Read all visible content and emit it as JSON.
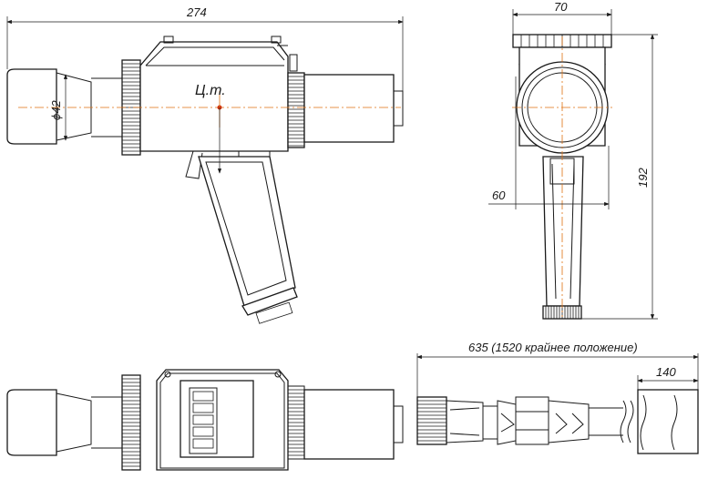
{
  "dimensions": {
    "overall_length": "274",
    "lens_diameter": "ϕ42",
    "width": "70",
    "height": "192",
    "handle_offset": "60",
    "probe_length": "635  (1520 крайнее положение)",
    "probe_segment": "140"
  },
  "labels": {
    "center_of_gravity": "Ц.т."
  },
  "colors": {
    "line": "#1a1a1a",
    "axis": "#e07010",
    "cg_marker": "#d03010"
  }
}
